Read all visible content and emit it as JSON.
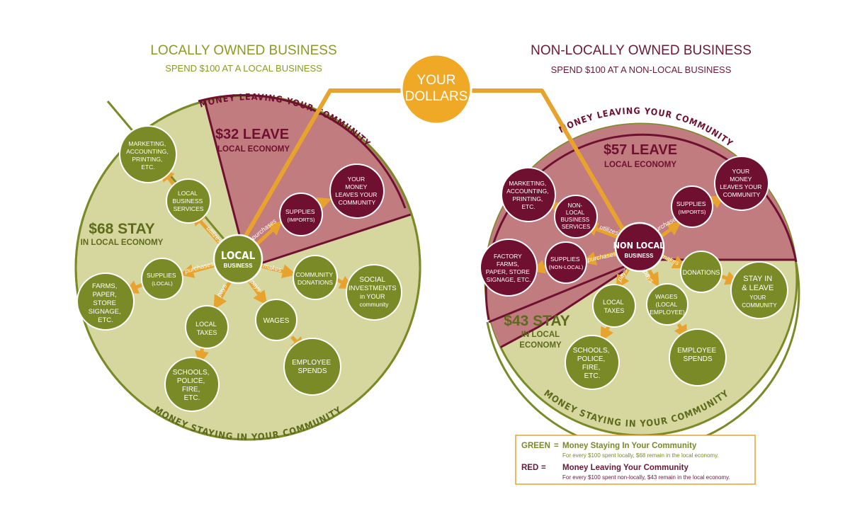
{
  "colors": {
    "green": "#7a8a26",
    "light_green": "#d5d79f",
    "dark_red": "#6f1030",
    "rose": "#c07c7e",
    "orange": "#e8a22e",
    "gold": "#f0a827",
    "title_red": "#6a1a35"
  },
  "center": {
    "line1": "YOUR",
    "line2": "DOLLARS"
  },
  "local": {
    "title": "LOCALLY OWNED BUSINESS",
    "subtitle": "SPEND $100 AT A LOCAL BUSINESS",
    "leave_amount": "$32 LEAVE",
    "leave_sub": "LOCAL ECONOMY",
    "stay_amount": "$68 STAY",
    "stay_sub": "IN LOCAL ECONOMY",
    "arc_leaving": "MONEY LEAVING YOUR COMMUNITY",
    "arc_staying": "MONEY STAYING IN YOUR COMMUNITY",
    "hub_line1": "LOCAL",
    "hub_line2": "BUSINESS",
    "nodes": {
      "marketing": [
        "MARKETING,",
        "ACCOUNTING,",
        "PRINTING,",
        "ETC."
      ],
      "services": [
        "LOCAL",
        "BUSINESS",
        "SERVICES"
      ],
      "supplies_imports": [
        "SUPPLIES",
        "(IMPORTS)"
      ],
      "leaves": [
        "YOUR",
        "MONEY",
        "LEAVES YOUR",
        "COMMUNITY"
      ],
      "supplies_local": [
        "SUPPLIES",
        "(LOCAL)"
      ],
      "farms": [
        "FARMS,",
        "PAPER,",
        "STORE",
        "SIGNAGE,",
        "ETC."
      ],
      "donations": [
        "COMMUNITY",
        "DONATIONS"
      ],
      "social": [
        "SOCIAL",
        "INVESTMENTS",
        "in YOUR",
        "community"
      ],
      "taxes": [
        "LOCAL",
        "TAXES"
      ],
      "schools": [
        "SCHOOLS,",
        "POLICE,",
        "FIRE,",
        "ETC."
      ],
      "wages": [
        "WAGES"
      ],
      "employee": [
        "EMPLOYEE",
        "SPENDS"
      ]
    },
    "verbs": {
      "utilizes": "utilizes",
      "purchases": "purchases",
      "purchases2": "purchases",
      "makes": "makes",
      "pays": "pays",
      "pays2": "pays"
    }
  },
  "nonlocal": {
    "title": "NON-LOCALLY OWNED BUSINESS",
    "subtitle": "SPEND $100 AT A NON-LOCAL BUSINESS",
    "leave_amount": "$57 LEAVE",
    "leave_sub": "LOCAL ECONOMY",
    "stay_amount": "$43 STAY",
    "stay_sub1": "IN LOCAL",
    "stay_sub2": "ECONOMY",
    "arc_leaving": "MONEY LEAVING YOUR COMMUNITY",
    "arc_staying": "MONEY STAYING IN YOUR COMMUNITY",
    "hub_line1": "NON LOCAL",
    "hub_line2": "BUSINESS",
    "nodes": {
      "marketing": [
        "MARKETING,",
        "ACCOUNTING,",
        "PRINTING,",
        "ETC."
      ],
      "services": [
        "NON-",
        "LOCAL",
        "BUSINESS",
        "SERVICES"
      ],
      "supplies_imports": [
        "SUPPLIES",
        "(IMPORTS)"
      ],
      "leaves": [
        "YOUR",
        "MONEY",
        "LEAVES YOUR",
        "COMMUNITY"
      ],
      "supplies_nonlocal": [
        "SUPPLIES",
        "(NON-LOCAL)"
      ],
      "factory": [
        "FACTORY",
        "FARMS,",
        "PAPER, STORE",
        "SIGNAGE, ETC."
      ],
      "donations": [
        "DONATIONS"
      ],
      "stayleave": [
        "STAY IN",
        "& LEAVE",
        "YOUR",
        "COMMUNITY"
      ],
      "taxes": [
        "LOCAL",
        "TAXES"
      ],
      "schools": [
        "SCHOOLS,",
        "POLICE,",
        "FIRE,",
        "ETC."
      ],
      "wages": [
        "WAGES",
        "(LOCAL",
        "EMPLOYEE)"
      ],
      "employee": [
        "EMPLOYEE",
        "SPENDS"
      ]
    },
    "verbs": {
      "utilizes": "utilizes",
      "purchases": "purchases",
      "purchases2": "purchases",
      "makes": "makes",
      "pays": "pays",
      "pays2": "pays"
    }
  },
  "legend": {
    "green_key": "GREEN",
    "green_eq": "=",
    "green_title": "Money Staying In Your Community",
    "green_desc": "For every $100 spent locally, $68 remain in the local economy.",
    "red_key": "RED",
    "red_eq": "=",
    "red_title": "Money Leaving Your Community",
    "red_desc": "For every $100 spent non-locally, $43 remain in the local economy."
  }
}
